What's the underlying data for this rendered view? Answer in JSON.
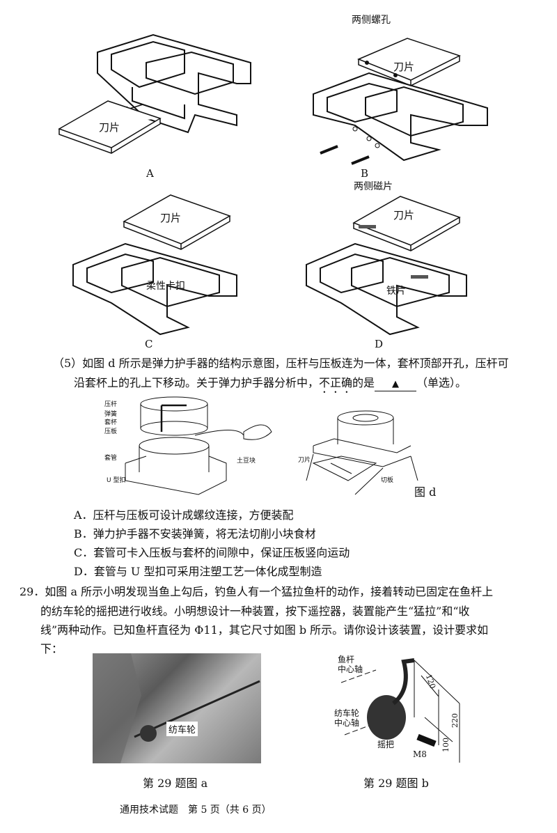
{
  "figures": {
    "A": {
      "label": "A",
      "blade": "刀片"
    },
    "B": {
      "label": "B",
      "blade": "刀片",
      "callout": "两侧螺孔"
    },
    "C": {
      "label": "C",
      "blade": "刀片",
      "callout": "柔性卡扣"
    },
    "D": {
      "label": "D",
      "blade": "刀片",
      "callout": "两侧磁片",
      "iron": "铁片"
    }
  },
  "q5": {
    "line1": "（5）如图 d 所示是弹力护手器的结构示意图，压杆与压板连为一体，套杯顶部开孔，压杆可",
    "line2_pre": "沿套杯上的孔上下移动。关于弹力护手器分析中，",
    "line2_emph": "不正确",
    "line2_mid": "的是",
    "blank": "▲",
    "line2_post": "（单选）。",
    "figure_d": {
      "labels": [
        "压杆",
        "弹簧",
        "套杯",
        "压板",
        "套管",
        "U 型扣",
        "土豆块",
        "刀片",
        "切板"
      ],
      "caption": "图 d"
    },
    "options": [
      "A．压杆与压板可设计成螺纹连接，方便装配",
      "B．弹力护手器不安装弹簧，将无法切削小块食材",
      "C．套管可卡入压板与套杯的间隙中，保证压板竖向运动",
      "D．套管与 U 型扣可采用注塑工艺一体化成型制造"
    ]
  },
  "q29": {
    "lines": [
      "29．如图 a 所示小明发现当鱼上勾后，钓鱼人有一个猛拉鱼杆的动作，接着转动已固定在鱼杆上",
      "的纺车轮的摇把进行收线。小明想设计一种装置，按下遥控器，装置能产生“猛拉”和“收",
      "线”两种动作。已知鱼杆直径为 Φ11，其它尺寸如图 b 所示。请你设计该装置，设计要求如",
      "下："
    ],
    "fig_a": {
      "label": "纺车轮",
      "caption": "第 29 题图 a"
    },
    "fig_b": {
      "labels": [
        "鱼杆",
        "中心轴",
        "纺车轮",
        "中心轴",
        "摇把",
        "M8"
      ],
      "dims": [
        "120",
        "220",
        "100"
      ],
      "caption": "第 29 题图 b"
    }
  },
  "footer": "通用技术试题　第 5 页（共 6 页）"
}
